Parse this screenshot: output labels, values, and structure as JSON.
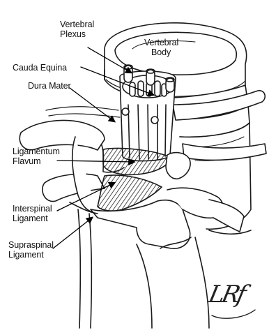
{
  "labels": {
    "vertebral_plexus": [
      "Vertebral",
      "Plexus"
    ],
    "vertebral_body": [
      "Vertebral",
      "Body"
    ],
    "cauda_equina": "Cauda Equina",
    "dura_mater": "Dura Mater",
    "ligamentum_flavum": [
      "Ligamentum",
      "Flavum"
    ],
    "interspinal_ligament": [
      "Interspinal",
      "Ligament"
    ],
    "supraspinal_ligament": [
      "Supraspinal",
      "Ligament"
    ]
  },
  "signature": "LRf"
}
